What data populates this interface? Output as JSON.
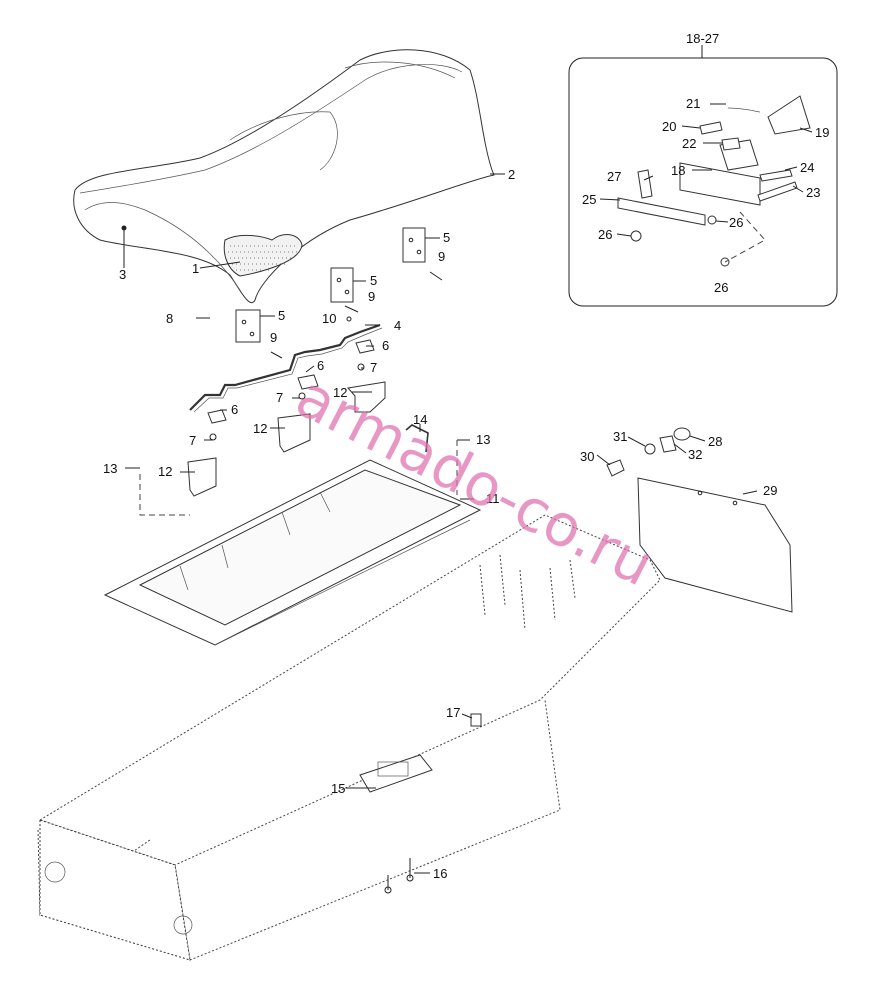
{
  "watermark": "armado-co.ru",
  "inset": {
    "group_label": "18-27"
  },
  "callouts": {
    "c1": "1",
    "c2": "2",
    "c3": "3",
    "c4": "4",
    "c5a": "5",
    "c5b": "5",
    "c5c": "5",
    "c6a": "6",
    "c6b": "6",
    "c6c": "6",
    "c7a": "7",
    "c7b": "7",
    "c7c": "7",
    "c8": "8",
    "c9a": "9",
    "c9b": "9",
    "c9c": "9",
    "c10": "10",
    "c11": "11",
    "c12a": "12",
    "c12b": "12",
    "c12c": "12",
    "c13a": "13",
    "c13b": "13",
    "c14": "14",
    "c15": "15",
    "c16": "16",
    "c17": "17",
    "c18": "18",
    "c19": "19",
    "c20": "20",
    "c21": "21",
    "c22": "22",
    "c23": "23",
    "c24": "24",
    "c25": "25",
    "c26a": "26",
    "c26b": "26",
    "c26c": "26",
    "c27": "27",
    "c28": "28",
    "c29": "29",
    "c30": "30",
    "c31": "31",
    "c32": "32"
  }
}
